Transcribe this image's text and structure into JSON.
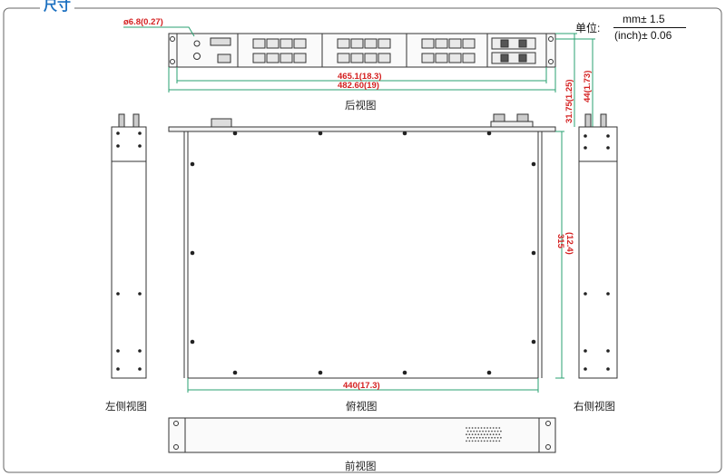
{
  "section_title": "尺寸",
  "units": {
    "label": "单位:",
    "top": "mm± 1.5",
    "bottom": "(inch)± 0.06"
  },
  "views": {
    "rear": "后视图",
    "left": "左侧视图",
    "top": "俯视图",
    "right": "右侧视图",
    "front": "前视图"
  },
  "dims": {
    "hole": "ø6.8(0.27)",
    "w1": "465.1(18.3)",
    "w2": "482.60(19)",
    "h1": "31.75(1.25)",
    "h2": "44(1.73)",
    "depth_mm": "315",
    "depth_in": "(12.4)",
    "body_w": "440(17.3)"
  },
  "colors": {
    "accent": "#1a6fc0",
    "dim_red": "#d42020",
    "dim_green": "#2aa070",
    "outline": "#333333"
  }
}
